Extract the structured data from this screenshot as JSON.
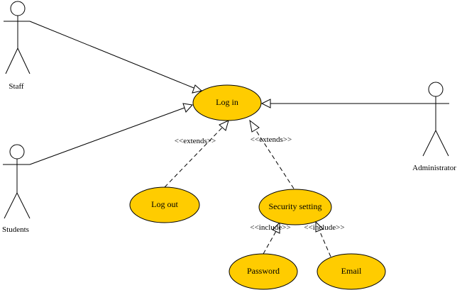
{
  "actors": {
    "staff": "Staff",
    "students": "Students",
    "administrator": "Administrator"
  },
  "use_cases": {
    "login": "Log in",
    "logout": "Log out",
    "security": "Security setting",
    "password": "Password",
    "email": "Email"
  },
  "stereotypes": {
    "extends_logout": "<<extends>>",
    "extends_security": "<<extends>>",
    "include_password": "<<include>>",
    "include_email": "<<include>>"
  },
  "colors": {
    "use_case_fill": "#ffcc00",
    "stroke": "#000000"
  }
}
